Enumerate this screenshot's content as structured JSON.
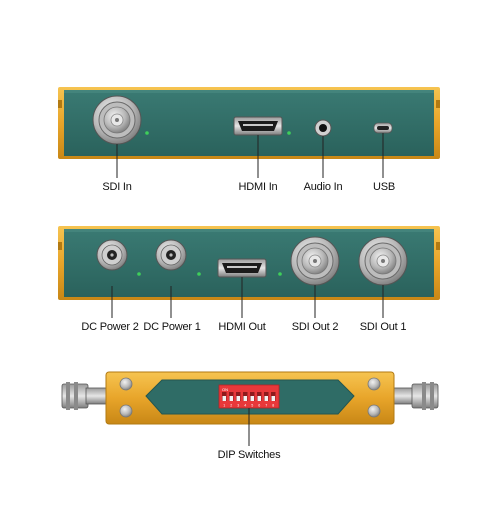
{
  "panel1": {
    "labels": {
      "sdi_in": "SDI In",
      "hdmi_in": "HDMI In",
      "audio_in": "Audio In",
      "usb": "USB"
    }
  },
  "panel2": {
    "labels": {
      "dc_power_2": "DC Power 2",
      "dc_power_1": "DC Power 1",
      "hdmi_out": "HDMI Out",
      "sdi_out_2": "SDI Out 2",
      "sdi_out_1": "SDI Out 1"
    }
  },
  "panel3": {
    "labels": {
      "dip_switches": "DIP Switches"
    },
    "dip": {
      "on_label": "ON",
      "numbers": [
        "1",
        "2",
        "3",
        "4",
        "5",
        "6",
        "7",
        "8"
      ]
    }
  },
  "colors": {
    "panel_face": "#2f6c66",
    "panel_gold": "#e8a52a",
    "led_green": "#3ecf5a",
    "dip_red": "#e8383a"
  }
}
